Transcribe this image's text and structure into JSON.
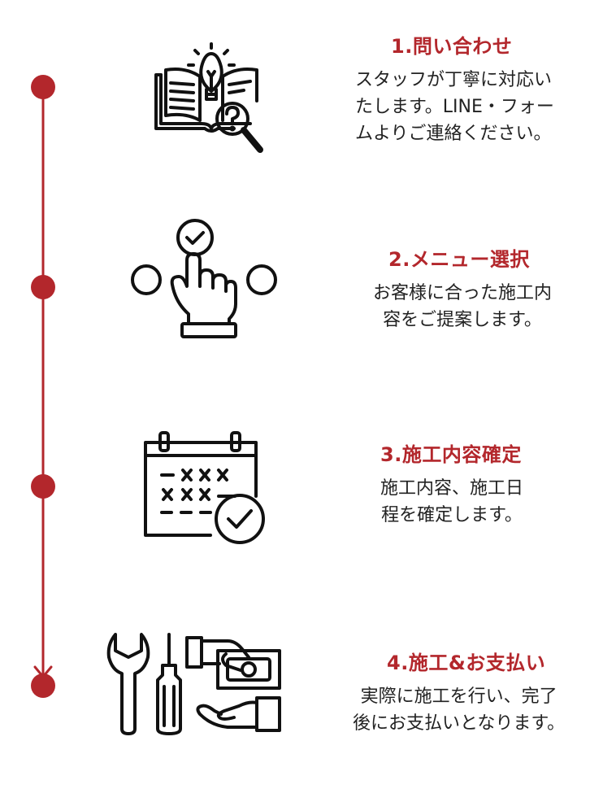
{
  "colors": {
    "accent": "#b3272c",
    "text": "#222222",
    "icon": "#111111"
  },
  "steps": [
    {
      "title": "1.問い合わせ",
      "desc": [
        "スタッフが丁寧に対応い",
        "たします。LINE・フォー",
        "ムよりご連絡ください。"
      ],
      "icon": "book-lightbulb-magnifier-icon"
    },
    {
      "title": "2.メニュー選択",
      "desc": [
        "お客様に合った施工内",
        "容をご提案します。"
      ],
      "icon": "hand-pointer-check-icon"
    },
    {
      "title": "3.施工内容確定",
      "desc": [
        "施工内容、施工日",
        "程を確定します。"
      ],
      "icon": "calendar-check-icon"
    },
    {
      "title": "4.施工&お支払い",
      "desc": [
        "実際に施工を行い、完了",
        "後にお支払いとなります。"
      ],
      "icon": "tools-payment-icon"
    }
  ]
}
